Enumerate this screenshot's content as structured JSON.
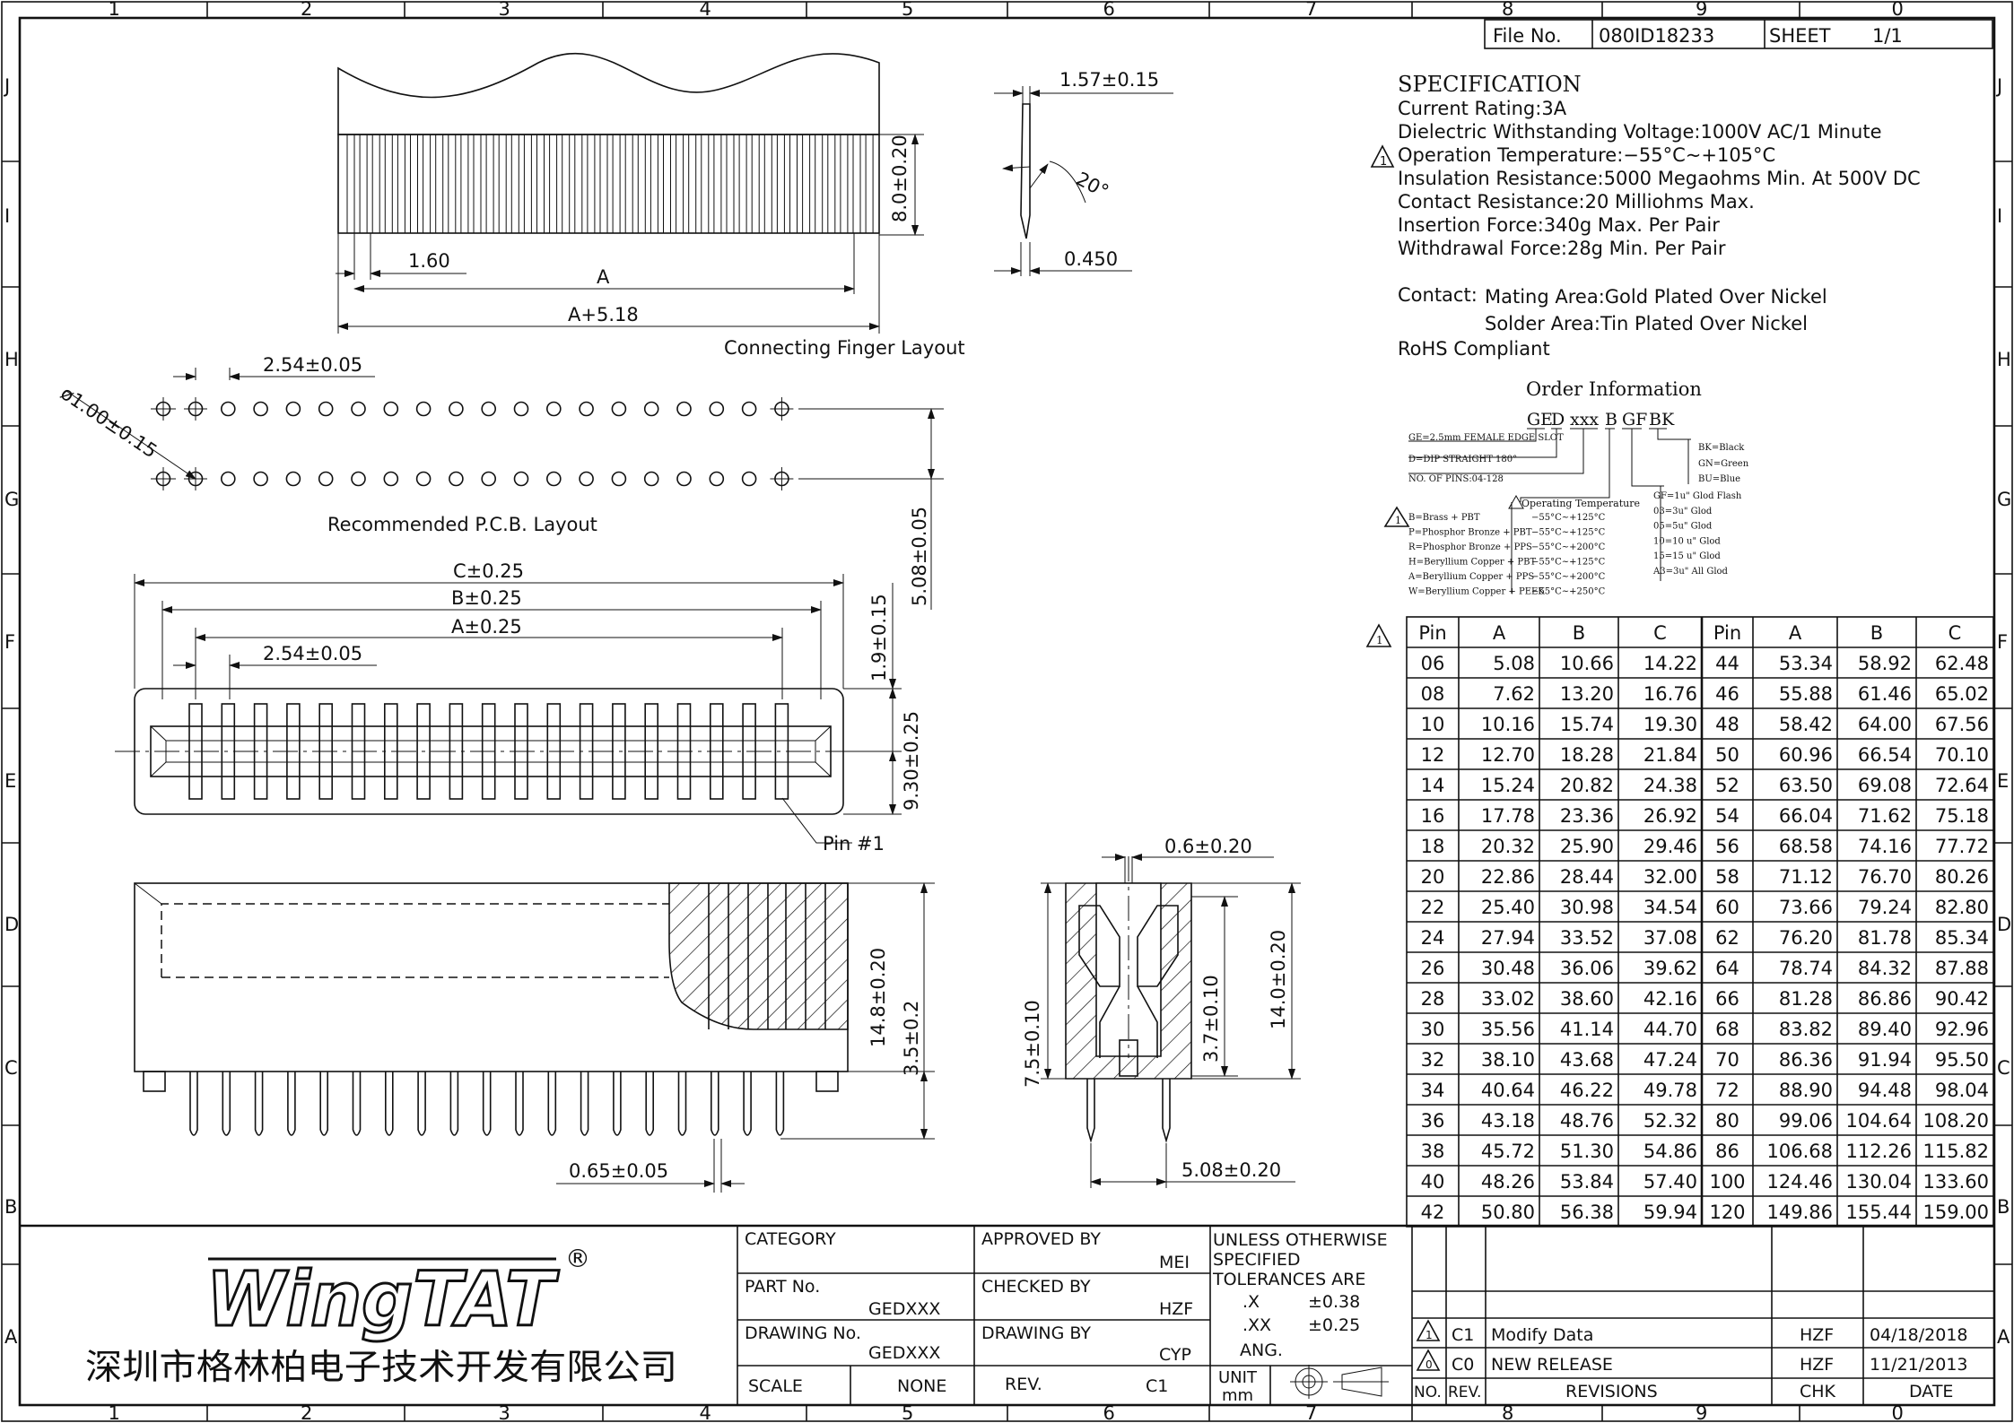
{
  "title_block_top": {
    "file_label": "File No.",
    "file_no": "080ID18233",
    "sheet_label": "SHEET",
    "sheet_value": "1/1"
  },
  "frame": {
    "cols": [
      "1",
      "2",
      "3",
      "4",
      "5",
      "6",
      "7",
      "8",
      "9",
      "0"
    ],
    "rows_left": [
      "J",
      "I",
      "H",
      "G",
      "F",
      "E",
      "D",
      "C",
      "B",
      "A"
    ],
    "rows_right": [
      "J",
      "I",
      "H",
      "G",
      "F",
      "E",
      "D",
      "C",
      "B",
      "A"
    ]
  },
  "specification": {
    "heading": "SPECIFICATION",
    "lines": [
      "Current  Rating:3A",
      "Dielectric  Withstanding  Voltage:1000V  AC/1  Minute",
      "Operation  Temperature:−55°C~+105°C",
      "Insulation  Resistance:5000  Megaohms  Min.  At  500V  DC",
      "Contact  Resistance:20  Milliohms  Max.",
      "Insertion  Force:340g  Max.  Per  Pair",
      "Withdrawal  Force:28g  Min.  Per  Pair"
    ],
    "contact_label": "Contact:",
    "contact_1": "Mating  Area:Gold  Plated  Over  Nickel",
    "contact_2": "Solder  Area:Tin  Plated  Over  Nickel",
    "rohs": "RoHS  Compliant",
    "rev_marker": "1"
  },
  "order_info": {
    "title": "Order Information",
    "codes": [
      "GE",
      "D",
      "xxx",
      "B",
      "GF",
      "BK"
    ],
    "ge": "GE=2.5mm FEMALE EDGE SLOT",
    "d": "D=DIP STRAIGHT 180°",
    "no": "NO. OF PINS:04-128",
    "temp_title": "Operating Temperature",
    "materials": [
      "B=Brass + PBT",
      "P=Phosphor Bronze + PBT",
      "R=Phosphor Bronze + PPS",
      "H=Beryllium Copper + PBT",
      "A=Beryllium Copper + PPS",
      "W=Beryllium Copper + PEEK"
    ],
    "temps": [
      "−55°C~+125°C",
      "−55°C~+125°C",
      "−55°C~+200°C",
      "−55°C~+125°C",
      "−55°C~+200°C",
      "−55°C~+250°C"
    ],
    "colors": [
      "BK=Black",
      "GN=Green",
      "BU=Blue"
    ],
    "plating": [
      "GF=1u\" Glod Flash",
      "03=3u\" Glod",
      "05=5u\" Glod",
      "10=10 u\" Glod",
      "15=15 u\" Glod",
      "A3=3u\" All Glod"
    ]
  },
  "dims": {
    "d157": "1.57±0.15",
    "d20": "20°",
    "d0450": "0.450",
    "d160": "1.60",
    "dA": "A",
    "dA518": "A+5.18",
    "d80": "8.0±0.20",
    "finger_layout": "Connecting  Finger  Layout",
    "d254a": "2.54±0.05",
    "dphi": "ø1.00±0.15",
    "pcb_layout": "Recommended  P.C.B.  Layout",
    "d508": "5.08±0.05",
    "dC": "C±0.25",
    "dB": "B±0.25",
    "dA2": "A±0.25",
    "d254b": "2.54±0.05",
    "d19": "1.9±0.15",
    "d930": "9.30±0.25",
    "pin1": "Pin  #1",
    "d148": "14.8±0.20",
    "d35": "3.5±0.2",
    "d065": "0.65±0.05",
    "d06": "0.6±0.20",
    "d75": "7.5±0.10",
    "d37": "3.7±0.10",
    "d140": "14.0±0.20",
    "d508b": "5.08±0.20"
  },
  "pin_table": {
    "headers": [
      "Pin",
      "A",
      "B",
      "C",
      "Pin",
      "A",
      "B",
      "C"
    ],
    "rows": [
      [
        "06",
        "5.08",
        "10.66",
        "14.22",
        "44",
        "53.34",
        "58.92",
        "62.48"
      ],
      [
        "08",
        "7.62",
        "13.20",
        "16.76",
        "46",
        "55.88",
        "61.46",
        "65.02"
      ],
      [
        "10",
        "10.16",
        "15.74",
        "19.30",
        "48",
        "58.42",
        "64.00",
        "67.56"
      ],
      [
        "12",
        "12.70",
        "18.28",
        "21.84",
        "50",
        "60.96",
        "66.54",
        "70.10"
      ],
      [
        "14",
        "15.24",
        "20.82",
        "24.38",
        "52",
        "63.50",
        "69.08",
        "72.64"
      ],
      [
        "16",
        "17.78",
        "23.36",
        "26.92",
        "54",
        "66.04",
        "71.62",
        "75.18"
      ],
      [
        "18",
        "20.32",
        "25.90",
        "29.46",
        "56",
        "68.58",
        "74.16",
        "77.72"
      ],
      [
        "20",
        "22.86",
        "28.44",
        "32.00",
        "58",
        "71.12",
        "76.70",
        "80.26"
      ],
      [
        "22",
        "25.40",
        "30.98",
        "34.54",
        "60",
        "73.66",
        "79.24",
        "82.80"
      ],
      [
        "24",
        "27.94",
        "33.52",
        "37.08",
        "62",
        "76.20",
        "81.78",
        "85.34"
      ],
      [
        "26",
        "30.48",
        "36.06",
        "39.62",
        "64",
        "78.74",
        "84.32",
        "87.88"
      ],
      [
        "28",
        "33.02",
        "38.60",
        "42.16",
        "66",
        "81.28",
        "86.86",
        "90.42"
      ],
      [
        "30",
        "35.56",
        "41.14",
        "44.70",
        "68",
        "83.82",
        "89.40",
        "92.96"
      ],
      [
        "32",
        "38.10",
        "43.68",
        "47.24",
        "70",
        "86.36",
        "91.94",
        "95.50"
      ],
      [
        "34",
        "40.64",
        "46.22",
        "49.78",
        "72",
        "88.90",
        "94.48",
        "98.04"
      ],
      [
        "36",
        "43.18",
        "48.76",
        "52.32",
        "80",
        "99.06",
        "104.64",
        "108.20"
      ],
      [
        "38",
        "45.72",
        "51.30",
        "54.86",
        "86",
        "106.68",
        "112.26",
        "115.82"
      ],
      [
        "40",
        "48.26",
        "53.84",
        "57.40",
        "100",
        "124.46",
        "130.04",
        "133.60"
      ],
      [
        "42",
        "50.80",
        "56.38",
        "59.94",
        "120",
        "149.86",
        "155.44",
        "159.00"
      ]
    ]
  },
  "title_block": {
    "logo": "WingTAT",
    "reg": "®",
    "company": "深圳市格林柏电子技术开发有限公司",
    "category_label": "CATEGORY",
    "part_label": "PART No.",
    "part_value": "GEDXXX",
    "drawing_no_label": "DRAWING No.",
    "drawing_no_value": "GEDXXX",
    "scale_label": "SCALE",
    "scale_value": "NONE",
    "approved_label": "APPROVED BY",
    "approved_value": "MEI",
    "checked_label": "CHECKED BY",
    "checked_value": "HZF",
    "drawing_by_label": "DRAWING BY",
    "drawing_by_value": "CYP",
    "rev_label": "REV.",
    "rev_value": "C1",
    "tol_1": "UNLESS OTHERWISE",
    "tol_2": "SPECIFIED",
    "tol_3": "TOLERANCES ARE",
    "tol_x": ".X",
    "tol_x_v": "±0.38",
    "tol_xx": ".XX",
    "tol_xx_v": "±0.25",
    "tol_ang": "ANG.",
    "unit_label": "UNIT",
    "unit_value": "mm"
  },
  "revisions": {
    "rows": [
      {
        "mark": "1",
        "rev": "C1",
        "desc": "Modify Data",
        "chk": "HZF",
        "date": "04/18/2018"
      },
      {
        "mark": "0",
        "rev": "C0",
        "desc": "NEW RELEASE",
        "chk": "HZF",
        "date": "11/21/2013"
      }
    ],
    "h_no": "NO.",
    "h_rev": "REV.",
    "h_rev2": "REVISIONS",
    "h_chk": "CHK",
    "h_date": "DATE"
  }
}
